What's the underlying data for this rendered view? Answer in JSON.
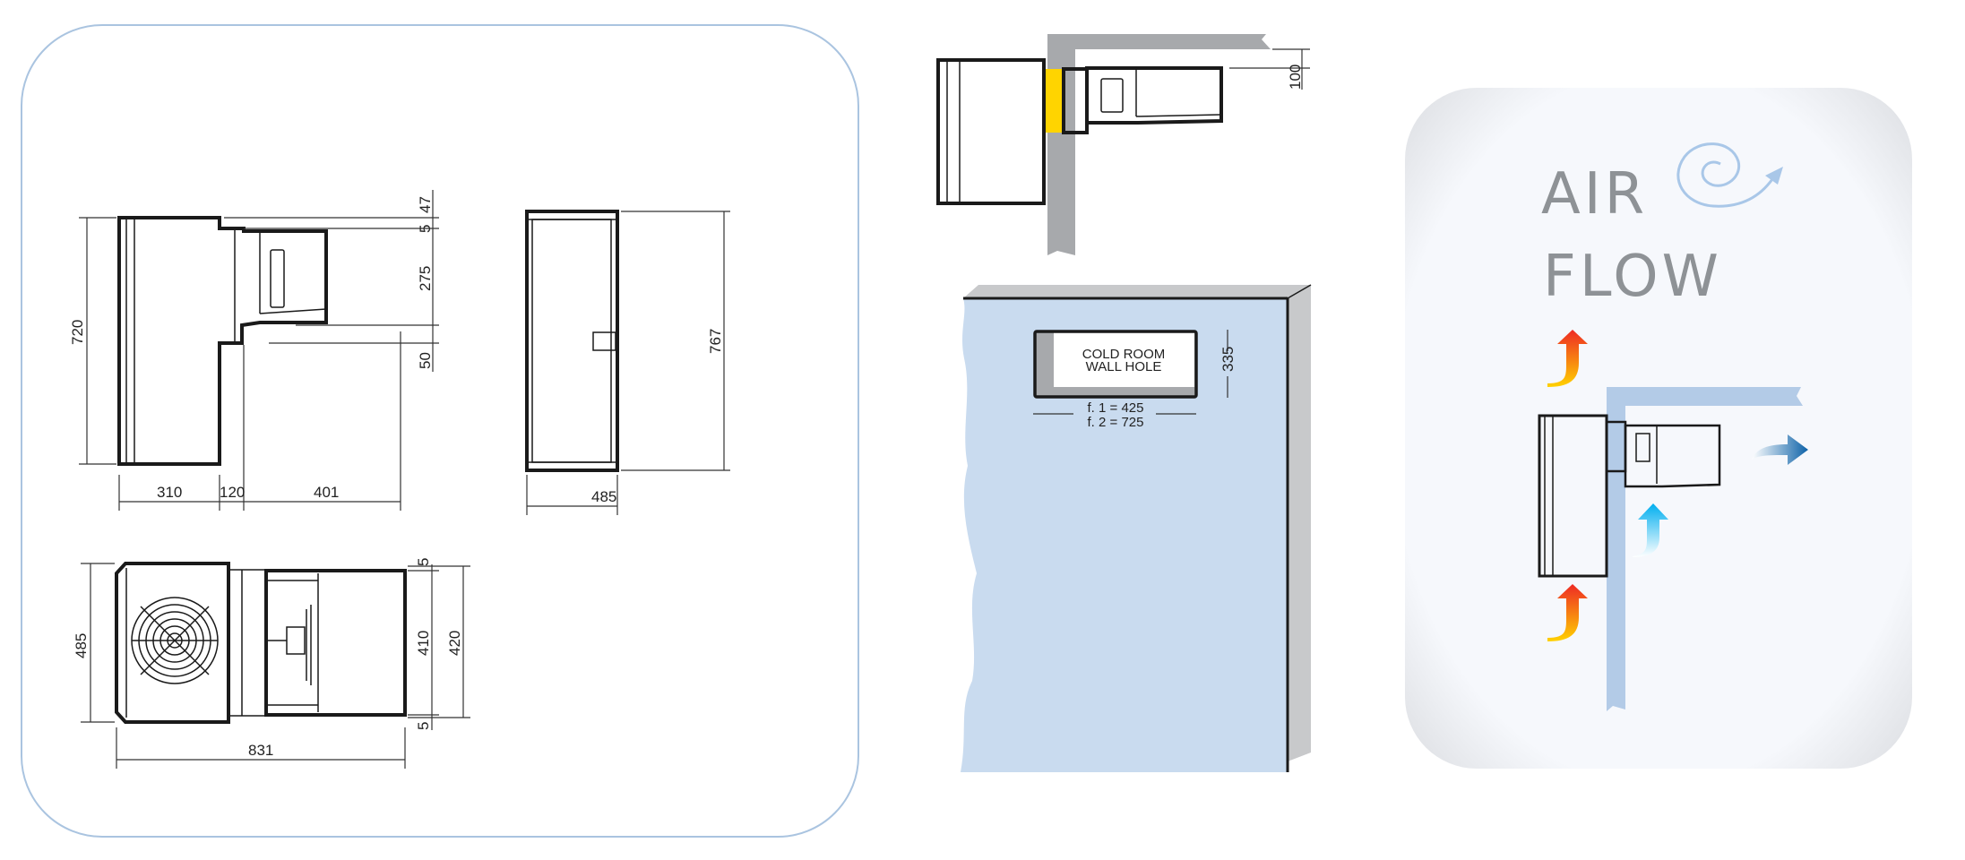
{
  "side_view": {
    "dims": {
      "height": "720",
      "top_offset": "47",
      "gap": "5",
      "evap_height": "275",
      "bottom_offset": "50",
      "depth_condenser": "310",
      "depth_wall": "120",
      "depth_evaporator": "401"
    }
  },
  "front_view": {
    "dims": {
      "height": "767",
      "width": "485"
    }
  },
  "top_view": {
    "dims": {
      "width": "485",
      "evap_width": "410",
      "overall_width": "420",
      "gap_top": "5",
      "gap_bottom": "5",
      "length": "831"
    }
  },
  "wall_section": {
    "dims": {
      "ceiling_offset": "100"
    },
    "colors": {
      "wall": "#a7a9ac",
      "plug": "#ffd400"
    }
  },
  "wall_hole": {
    "label_line1": "COLD ROOM",
    "label_line2": "WALL HOLE",
    "height": "335",
    "f1": "f. 1 = 425",
    "f2": "f. 2 = 725",
    "colors": {
      "wall": "#c9dbef"
    }
  },
  "airflow": {
    "title_line1": "AIR",
    "title_line2": "FLOW",
    "colors": {
      "warm": "#f04e23",
      "cold_in": "#29b6f0",
      "cold_out": "#1f6fb0",
      "wall": "#b3cbe7"
    },
    "icons": [
      "swirl-icon",
      "warm-air-arrow-icon",
      "cold-air-arrow-icon"
    ]
  }
}
